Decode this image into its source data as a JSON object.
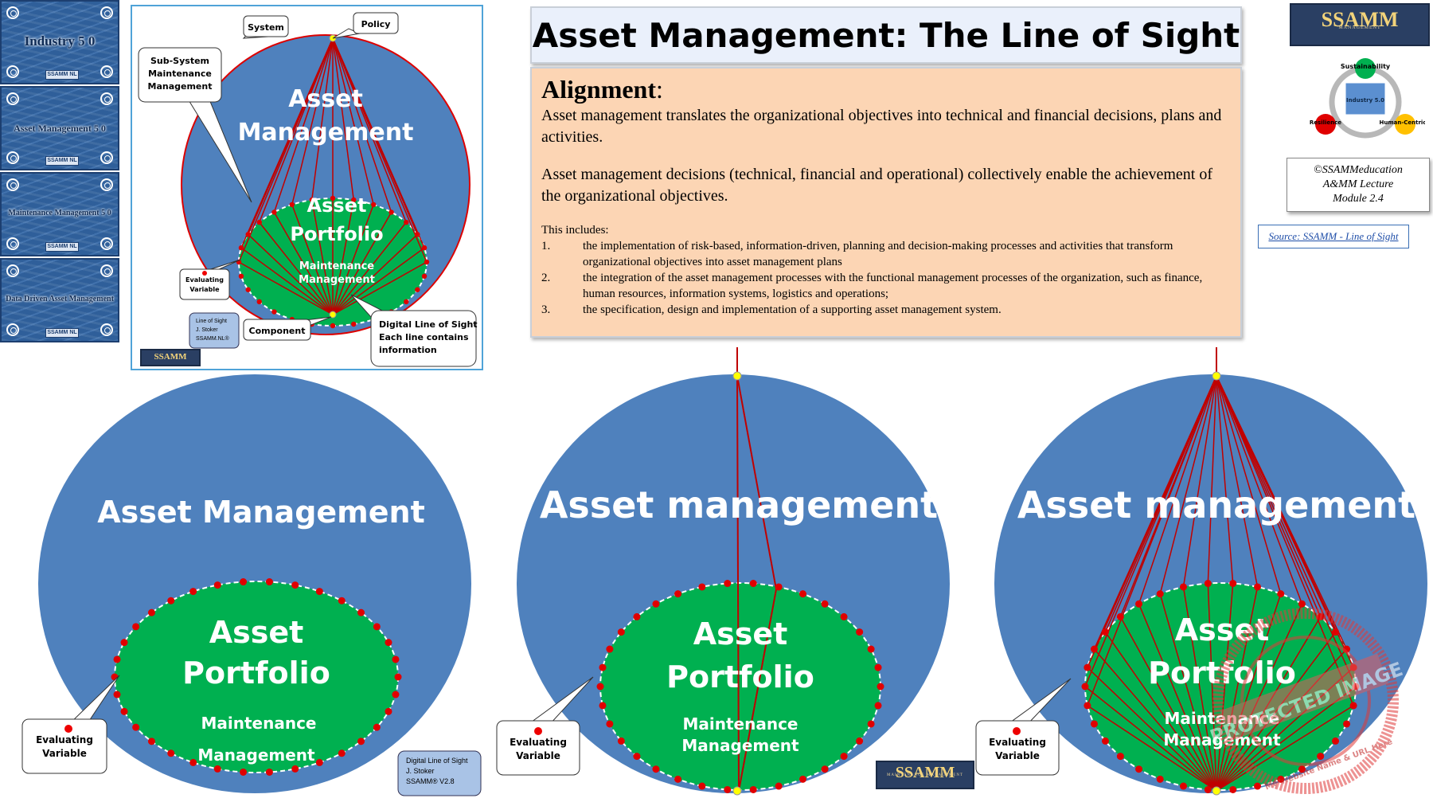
{
  "title": "Asset Management: The Line of Sight",
  "alignment": {
    "heading": "Alignment",
    "colon": ":",
    "paragraph1": "Asset management translates the organizational objectives into technical and financial decisions, plans and activities.",
    "paragraph2": "Asset management decisions (technical, financial and operational) collectively enable the achievement of the organizational objectives.",
    "includes_label": "This includes:",
    "items": [
      {
        "num": "1.",
        "text": "the implementation of risk-based, information-driven, planning and decision-making processes and activities that transform organizational objectives into asset management plans"
      },
      {
        "num": "2.",
        "text": "the integration of the asset management processes with the functional management processes of the organization, such as finance, human resources, information systems, logistics and operations;"
      },
      {
        "num": "3.",
        "text": "the specification, design and implementation of a supporting asset management system."
      }
    ]
  },
  "thumbnails": [
    {
      "label": "Industry 5 0"
    },
    {
      "label": "Asset Management 5 0"
    },
    {
      "label": "Maintenance Management 5 0"
    },
    {
      "label": "Data Driven Asset Management"
    }
  ],
  "thumb_badge": "SSAMM NL",
  "logo": {
    "text": "SSAMM",
    "tagline": "SUSTAINABLE ASSET & MAINTENANCE MANAGEMENT"
  },
  "cycle": {
    "top": "Sustainability",
    "left": "Resilience",
    "right": "Human-Centric",
    "center": "Industry 5.0"
  },
  "edu_box": {
    "line1": "©SSAMMeducation",
    "line2": "A&MM Lecture",
    "line3": "Module 2.4"
  },
  "source_link": "Source: SSAMM - Line of Sight",
  "inset": {
    "system": "System",
    "policy": "Policy",
    "subsystem": [
      "Sub-System",
      "Maintenance",
      "Management"
    ],
    "outer": [
      "Asset",
      "Management"
    ],
    "inner": [
      "Asset",
      "Portfolio"
    ],
    "inner_sub": [
      "Maintenance",
      "Management"
    ],
    "evaluating": [
      "Evaluating",
      "Variable"
    ],
    "component": "Component",
    "digital": [
      "Digital Line of Sight",
      "Each line contains",
      "information"
    ],
    "sticker": [
      "Line of Sight",
      "J. Stoker",
      "SSAMM.NL®"
    ]
  },
  "diagram1": {
    "outer": "Asset Management",
    "inner": [
      "Asset",
      "Portfolio"
    ],
    "sub": [
      "Maintenance",
      "Management"
    ],
    "evaluating": [
      "Evaluating",
      "Variable"
    ],
    "sticker": [
      "Digital Line of Sight",
      "J. Stoker",
      "SSAMM® V2.8"
    ]
  },
  "diagram2": {
    "outer": "Asset management",
    "inner": [
      "Asset",
      "Portfolio"
    ],
    "sub": [
      "Maintenance",
      "Management"
    ],
    "evaluating": [
      "Evaluating",
      "Variable"
    ]
  },
  "diagram3": {
    "outer": "Asset management",
    "inner": [
      "Asset",
      "Portfolio"
    ],
    "sub": [
      "Maintenance",
      "Management"
    ],
    "evaluating": [
      "Evaluating",
      "Variable"
    ]
  },
  "watermark": {
    "line": "PROTECTED IMAGE",
    "arc": "My Website Name & URL Here"
  },
  "colors": {
    "outer_blue": "#4f81bd",
    "inner_green": "#00b050",
    "line_red": "#c00000",
    "dot_red": "#e00000",
    "apex_yellow": "#ffff00"
  }
}
